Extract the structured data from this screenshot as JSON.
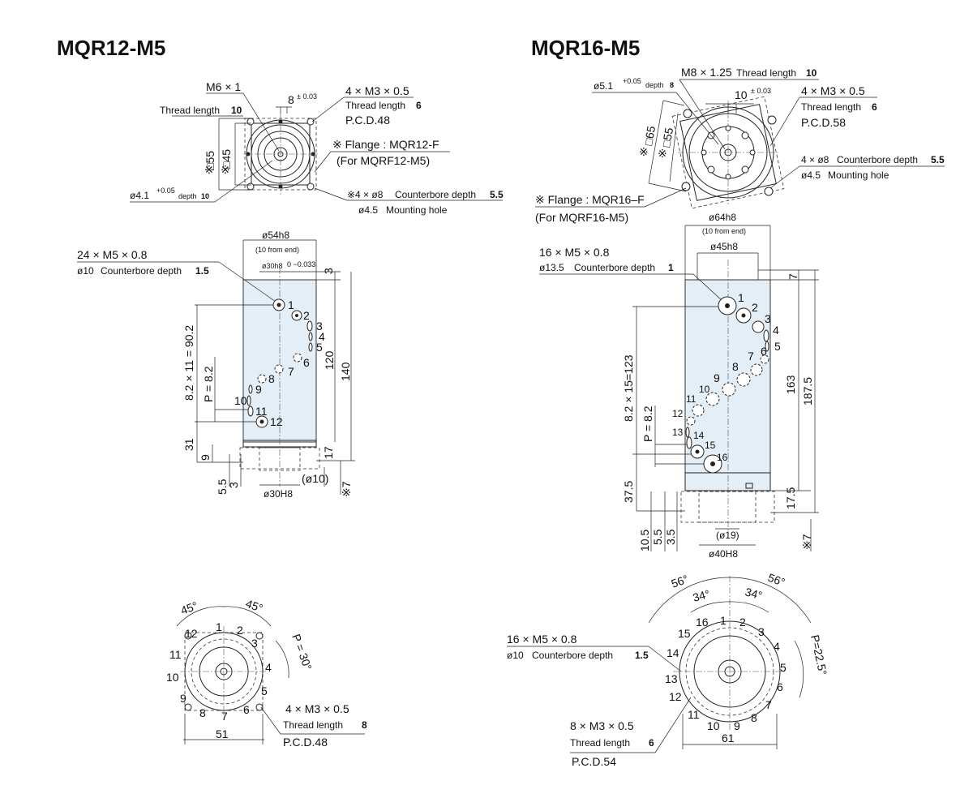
{
  "left": {
    "title": "MQR12-M5",
    "top": {
      "m6": "M6 × 1",
      "thread10_a": "Thread length",
      "thread10_b": "10",
      "dim8": "8",
      "tol003": "± 0.03",
      "sq55": "□55",
      "sq45": "□45",
      "ast": "※",
      "m3": "4 × M3 × 0.5",
      "thread6_a": "Thread length",
      "thread6_b": "6",
      "pcd": "P.C.D.48",
      "flange": "※ Flange : MQR12-F",
      "flange2": "(For MQRF12-M5)",
      "d41": "ø4.1",
      "d41tol": "+0.05",
      "d41depth": "depth",
      "d41depthv": "10",
      "cb_a": "※4 × ø8",
      "cb_b": "Counterbore depth",
      "cb_c": "5.5",
      "mount": "ø4.5",
      "mount2": "Mounting hole"
    },
    "side": {
      "m5": "24 × M5 × 0.8",
      "cb_a": "ø10",
      "cb_b": "Counterbore depth",
      "cb_c": "1.5",
      "d54": "ø54h8",
      "fromend": "(10 from end)",
      "d30h8": "ø30h8",
      "d30tol": "0 −0.033",
      "dim3": "3",
      "dim120": "120",
      "dim140": "140",
      "pitch": "8.2 × 11 = 90.2",
      "p": "P = 8.2",
      "dim31": "31",
      "dim9": "9",
      "dim17": "17",
      "dim55": "5.5",
      "dim3b": "3",
      "d10": "(ø10)",
      "d30H8": "ø30H8",
      "ast7": "※7",
      "ports": [
        "1",
        "2",
        "3",
        "4",
        "5",
        "6",
        "7",
        "8",
        "9",
        "10",
        "11",
        "12"
      ]
    },
    "bottom": {
      "a45a": "45°",
      "a45b": "45°",
      "p30": "P = 30°",
      "m3": "4 × M3 × 0.5",
      "thread_a": "Thread length",
      "thread_b": "8",
      "pcd": "P.C.D.48",
      "dim51": "51",
      "ports": [
        "1",
        "2",
        "3",
        "4",
        "5",
        "6",
        "7",
        "8",
        "9",
        "10",
        "11",
        "12"
      ]
    }
  },
  "right": {
    "title": "MQR16-M5",
    "top": {
      "d51": "ø5.1",
      "d51tol": "+0.05",
      "d51depth": "depth",
      "d51depthv": "8",
      "m8": "M8 × 1.25",
      "m8thread_a": "Thread length",
      "m8thread_b": "10",
      "dim10": "10",
      "tol003": "± 0.03",
      "sq65": "□65",
      "sq55": "□55",
      "ast": "※",
      "m3": "4 × M3 × 0.5",
      "thread6_a": "Thread length",
      "thread6_b": "6",
      "pcd": "P.C.D.58",
      "cb_a": "4 × ø8",
      "cb_b": "Counterbore depth",
      "cb_c": "5.5",
      "mount": "ø4.5",
      "mount2": "Mounting hole",
      "flange": "※ Flange : MQR16–F",
      "flange2": "(For MQRF16-M5)"
    },
    "side": {
      "d64": "ø64h8",
      "fromend": "(10 from end)",
      "d45": "ø45h8",
      "m5": "16 × M5 × 0.8",
      "cb_a": "ø13.5",
      "cb_b": "Counterbore depth",
      "cb_c": "1",
      "dim7": "7",
      "dim163": "163",
      "dim187": "187.5",
      "pitch": "8.2 × 15=123",
      "p": "P = 8.2",
      "dim375": "37.5",
      "dim175": "17.5",
      "dim105": "10.5",
      "dim55": "5.5",
      "dim35": "3.5",
      "d19": "(ø19)",
      "d40H8": "ø40H8",
      "ast7": "※7",
      "ports": [
        "1",
        "2",
        "3",
        "4",
        "5",
        "6",
        "7",
        "8",
        "9",
        "10",
        "11",
        "12",
        "13",
        "14",
        "15",
        "16"
      ]
    },
    "bottom": {
      "a56a": "56°",
      "a56b": "56°",
      "a34a": "34°",
      "a34b": "34°",
      "p225": "P=22.5°",
      "m5": "16 × M5 × 0.8",
      "cb_a": "ø10",
      "cb_b": "Counterbore depth",
      "cb_c": "1.5",
      "m3": "8 × M3 × 0.5",
      "thread_a": "Thread length",
      "thread_b": "6",
      "pcd": "P.C.D.54",
      "dim61": "61",
      "ports": [
        "1",
        "2",
        "3",
        "4",
        "5",
        "6",
        "7",
        "8",
        "9",
        "10",
        "11",
        "12",
        "13",
        "14",
        "15",
        "16"
      ]
    }
  }
}
